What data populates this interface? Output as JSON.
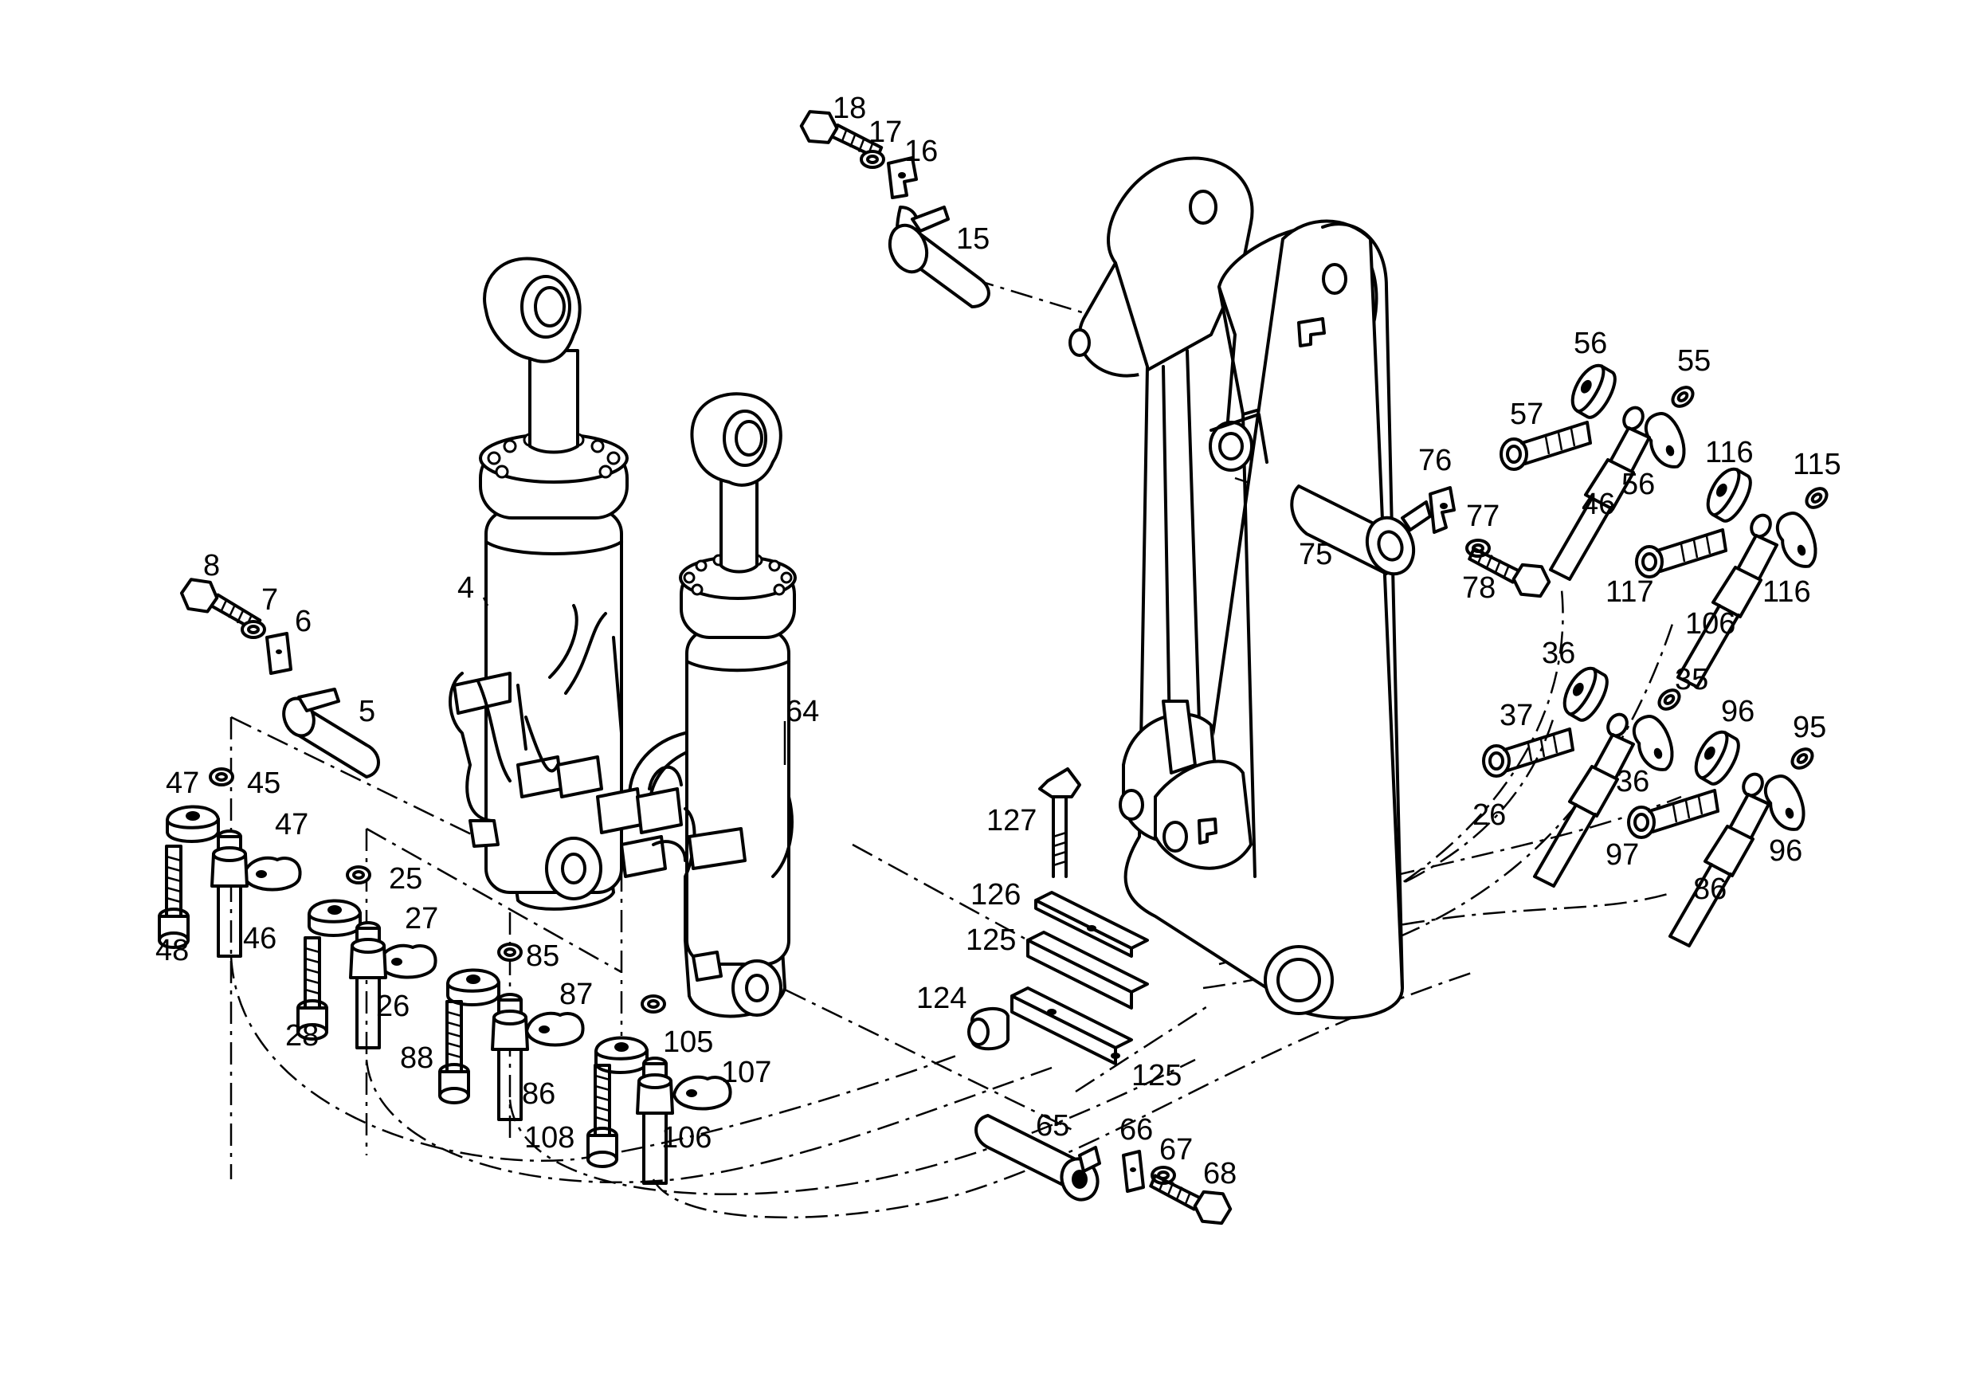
{
  "diagram": {
    "line_color": "#000000",
    "background": "#ffffff",
    "callouts": [
      {
        "id": "c18",
        "text": "18"
      },
      {
        "id": "c17",
        "text": "17"
      },
      {
        "id": "c16",
        "text": "16"
      },
      {
        "id": "c15",
        "text": "15"
      },
      {
        "id": "c4",
        "text": "4"
      },
      {
        "id": "c64",
        "text": "64"
      },
      {
        "id": "c8",
        "text": "8"
      },
      {
        "id": "c7",
        "text": "7"
      },
      {
        "id": "c6",
        "text": "6"
      },
      {
        "id": "c5",
        "text": "5"
      },
      {
        "id": "c47a",
        "text": "47"
      },
      {
        "id": "c45",
        "text": "45"
      },
      {
        "id": "c47b",
        "text": "47"
      },
      {
        "id": "c48",
        "text": "48"
      },
      {
        "id": "c46a",
        "text": "46"
      },
      {
        "id": "c25",
        "text": "25"
      },
      {
        "id": "c27",
        "text": "27"
      },
      {
        "id": "c28",
        "text": "28"
      },
      {
        "id": "c26a",
        "text": "26"
      },
      {
        "id": "c85",
        "text": "85"
      },
      {
        "id": "c87",
        "text": "87"
      },
      {
        "id": "c88",
        "text": "88"
      },
      {
        "id": "c86a",
        "text": "86"
      },
      {
        "id": "c105",
        "text": "105"
      },
      {
        "id": "c107",
        "text": "107"
      },
      {
        "id": "c108",
        "text": "108"
      },
      {
        "id": "c106a",
        "text": "106"
      },
      {
        "id": "c127",
        "text": "127"
      },
      {
        "id": "c126",
        "text": "126"
      },
      {
        "id": "c125a",
        "text": "125"
      },
      {
        "id": "c124",
        "text": "124"
      },
      {
        "id": "c125b",
        "text": "125"
      },
      {
        "id": "c65",
        "text": "65"
      },
      {
        "id": "c66",
        "text": "66"
      },
      {
        "id": "c67",
        "text": "67"
      },
      {
        "id": "c68",
        "text": "68"
      },
      {
        "id": "c75",
        "text": "75"
      },
      {
        "id": "c76",
        "text": "76"
      },
      {
        "id": "c77",
        "text": "77"
      },
      {
        "id": "c78",
        "text": "78"
      },
      {
        "id": "c56a",
        "text": "56"
      },
      {
        "id": "c55",
        "text": "55"
      },
      {
        "id": "c57",
        "text": "57"
      },
      {
        "id": "c56b",
        "text": "56"
      },
      {
        "id": "c46b",
        "text": "46"
      },
      {
        "id": "c116a",
        "text": "116"
      },
      {
        "id": "c115",
        "text": "115"
      },
      {
        "id": "c117",
        "text": "117"
      },
      {
        "id": "c116b",
        "text": "116"
      },
      {
        "id": "c106b",
        "text": "106"
      },
      {
        "id": "c36a",
        "text": "36"
      },
      {
        "id": "c35",
        "text": "35"
      },
      {
        "id": "c37",
        "text": "37"
      },
      {
        "id": "c36b",
        "text": "36"
      },
      {
        "id": "c26b",
        "text": "26"
      },
      {
        "id": "c96a",
        "text": "96"
      },
      {
        "id": "c95",
        "text": "95"
      },
      {
        "id": "c97",
        "text": "97"
      },
      {
        "id": "c96b",
        "text": "96"
      },
      {
        "id": "c86b",
        "text": "86"
      }
    ]
  }
}
